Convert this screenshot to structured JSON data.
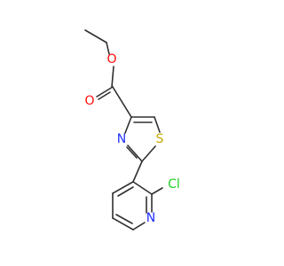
{
  "molecule": {
    "atoms": {
      "carbonyl_oxygen": {
        "symbol": "O",
        "color": "#ff0d0d"
      },
      "ester_oxygen": {
        "symbol": "O",
        "color": "#ff0d0d"
      },
      "thiazole_sulfur": {
        "symbol": "S",
        "color": "#c8a800"
      },
      "thiazole_nitrogen": {
        "symbol": "N",
        "color": "#2030ff"
      },
      "chlorine": {
        "symbol": "Cl",
        "color": "#1fcf1f"
      },
      "pyridine_nitrogen": {
        "symbol": "N",
        "color": "#2030ff"
      }
    },
    "bond_color": "#303030"
  }
}
